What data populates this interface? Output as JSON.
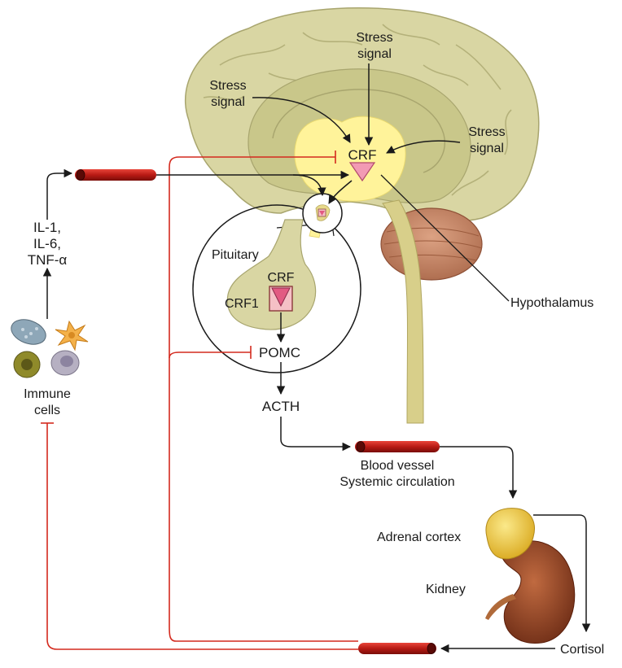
{
  "labels": {
    "stress_signal_top_1": "Stress",
    "stress_signal_top_2": "signal",
    "stress_signal_left_1": "Stress",
    "stress_signal_left_2": "signal",
    "stress_signal_right_1": "Stress",
    "stress_signal_right_2": "signal",
    "crf_hypothalamus": "CRF",
    "pituitary": "Pituitary",
    "crf_pituitary": "CRF",
    "crf1": "CRF1",
    "pomc": "POMC",
    "acth": "ACTH",
    "hypothalamus": "Hypothalamus",
    "cytokine_1": "IL-1,",
    "cytokine_2": "IL-6,",
    "cytokine_3": "TNF-α",
    "immune_1": "Immune",
    "immune_2": "cells",
    "blood_vessel_1": "Blood vessel",
    "blood_vessel_2": "Systemic circulation",
    "adrenal_cortex": "Adrenal cortex",
    "kidney": "Kidney",
    "cortisol": "Cortisol"
  },
  "colors": {
    "stimulatory_arrow": "#1a1a1a",
    "inhibitory_line": "#d42a1e",
    "blood_vessel": "#c8201a",
    "brain_cortex": "#d9d6a3",
    "brain_inner": "#c9c78a",
    "hypothalamus_region": "#fff39a",
    "cerebellum": "#c98b6a",
    "crf_triangle": "#f29ab4",
    "adrenal": "#f2d34e",
    "kidney": "#9a4a2a"
  }
}
